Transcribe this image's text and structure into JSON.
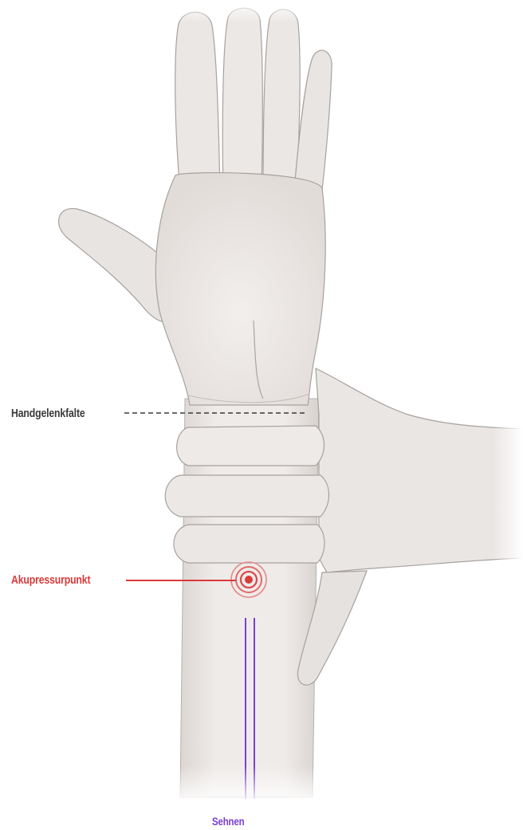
{
  "labels": {
    "wrist_crease": "Handgelenkfalte",
    "acupressure_point": "Akupressurpunkt",
    "tendons": "Sehnen"
  },
  "colors": {
    "background": "#ffffff",
    "skin": "#eeeae8",
    "skin_shadow": "#d6d0cd",
    "outline": "#9e9896",
    "label_neutral": "#3a3a3a",
    "accent_point": "#d93a3a",
    "tendon": "#7a3fd0"
  }
}
